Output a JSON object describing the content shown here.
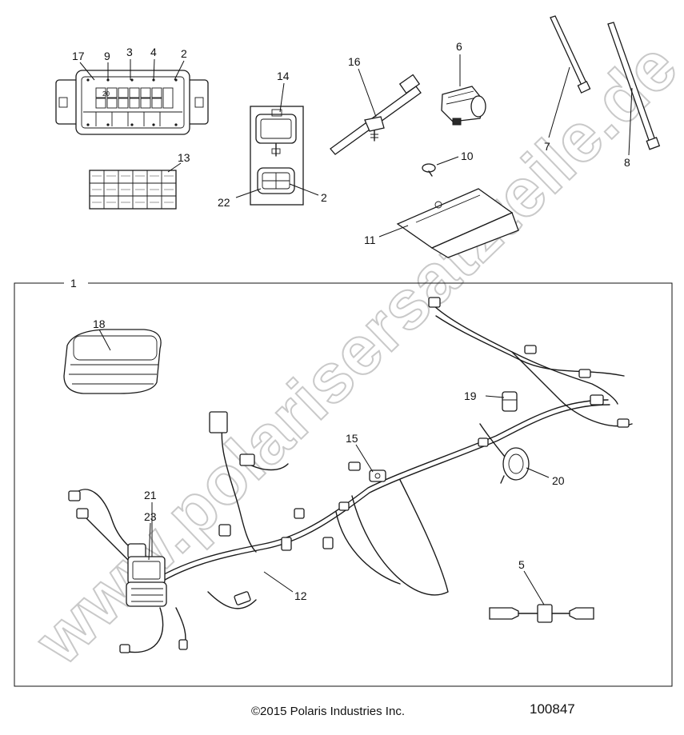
{
  "watermark": "www.polarisersatzteile.de",
  "footer": {
    "copyright": "©2015 Polaris Industries Inc.",
    "doc_number": "100847"
  },
  "callouts": {
    "c17": "17",
    "c9": "9",
    "c3": "3",
    "c4": "4",
    "c2a": "2",
    "c13": "13",
    "c14": "14",
    "c22": "22",
    "c2b": "2",
    "c16": "16",
    "c6": "6",
    "c10": "10",
    "c11": "11",
    "c7": "7",
    "c8": "8",
    "c1": "1",
    "c18": "18",
    "c19": "19",
    "c15": "15",
    "c20": "20",
    "c21": "21",
    "c23": "23",
    "c12": "12",
    "c5": "5"
  },
  "fuse_box_label": "20"
}
